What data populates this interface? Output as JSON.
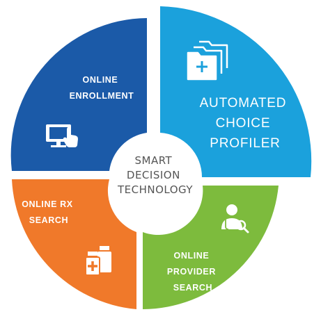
{
  "center": {
    "lines": [
      "SMART",
      "DECISION",
      "TECHNOLOGY"
    ]
  },
  "segments": [
    {
      "id": "online-enrollment",
      "lines": [
        "ONLINE",
        "ENROLLMENT"
      ],
      "icon": "monitor-touch-icon",
      "color": "#1b5aa8"
    },
    {
      "id": "automated-choice-profiler",
      "lines": [
        "AUTOMATED",
        "CHOICE",
        "PROFILER"
      ],
      "icon": "medical-folders-icon",
      "color": "#1ba1dc"
    },
    {
      "id": "online-provider-search",
      "lines": [
        "ONLINE",
        "PROVIDER",
        "SEARCH"
      ],
      "icon": "doctor-search-icon",
      "color": "#7dbb3d"
    },
    {
      "id": "online-rx-search",
      "lines": [
        "ONLINE RX",
        "SEARCH"
      ],
      "icon": "pill-bottles-icon",
      "color": "#f0792a"
    }
  ]
}
